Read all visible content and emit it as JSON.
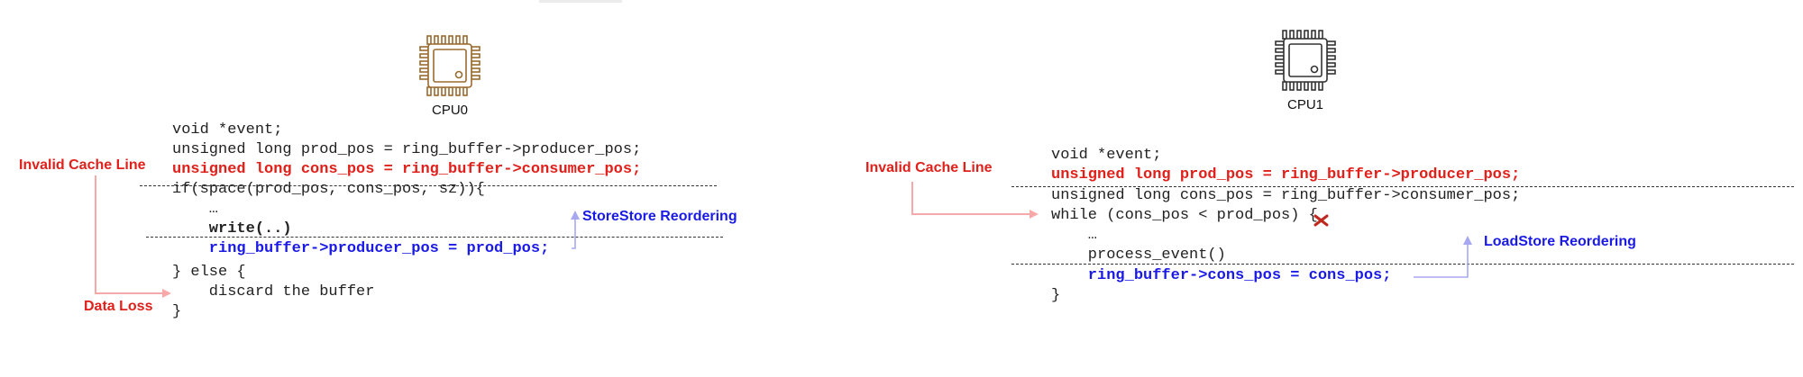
{
  "cpu0": {
    "label": "CPU0",
    "code": {
      "l1": "void *event;",
      "l2": "unsigned long prod_pos = ring_buffer->producer_pos;",
      "l3": "unsigned long cons_pos = ring_buffer->consumer_pos;",
      "l4": "if(space(prod_pos, cons_pos, sz)){",
      "l5": "    …",
      "l6": "    write(..)",
      "l7": "    ring_buffer->producer_pos = prod_pos;",
      "l8": "} else {",
      "l9": "    discard the buffer",
      "l10": "}"
    },
    "notes": {
      "invalid_cache_line": "Invalid Cache Line",
      "data_loss": "Data Loss",
      "reordering": "StoreStore Reordering"
    }
  },
  "cpu1": {
    "label": "CPU1",
    "code": {
      "l1": "void *event;",
      "l2": "unsigned long prod_pos = ring_buffer->producer_pos;",
      "l3": "unsigned long cons_pos = ring_buffer->consumer_pos;",
      "l4": "while (cons_pos < prod_pos) {",
      "l5": "    …",
      "l6": "    process_event()",
      "l7": "    ring_buffer->cons_pos = cons_pos;",
      "l8": "}"
    },
    "notes": {
      "invalid_cache_line": "Invalid Cache Line",
      "reordering": "LoadStore Reordering"
    }
  },
  "colors": {
    "red": "#e0201a",
    "pink_arrow": "#f7a8a8",
    "blue": "#1a1ae6",
    "blue_arrow": "#a8a8f0",
    "chip_cpu0": "#9a6a2f",
    "chip_cpu1": "#333333"
  },
  "icons": [
    "cpu-chip-icon",
    "cpu-chip-icon"
  ]
}
